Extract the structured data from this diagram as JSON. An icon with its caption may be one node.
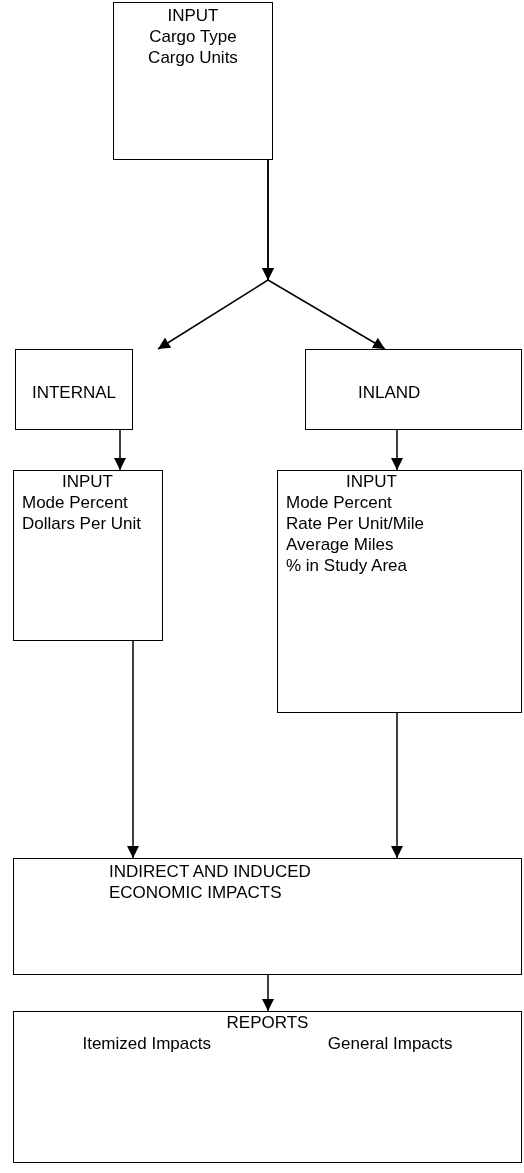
{
  "diagram": {
    "nodes": [
      {
        "text": [
          "INPUT",
          "Cargo Type",
          "Cargo Units"
        ]
      },
      {
        "text": [
          "INTERNAL"
        ]
      },
      {
        "text": [
          "INLAND"
        ]
      },
      {
        "text": [
          "INPUT",
          "Mode Percent",
          "Dollars Per Unit"
        ]
      },
      {
        "text": [
          "INPUT",
          "Mode Percent",
          "Rate Per Unit/Mile",
          "Average Miles",
          "% in Study Area"
        ]
      },
      {
        "text": [
          "INDIRECT AND INDUCED ECONOMIC IMPACTS"
        ]
      },
      {
        "text": [
          "REPORTS",
          "Itemized Impacts",
          "General Impacts"
        ]
      }
    ],
    "edges": [
      {
        "from": 0,
        "to": 1,
        "arrow": "to"
      },
      {
        "from": 0,
        "to": 2,
        "arrow": "to"
      },
      {
        "from": 1,
        "to": 3,
        "arrow": "to"
      },
      {
        "from": 2,
        "to": 4,
        "arrow": "to"
      },
      {
        "from": 3,
        "to": 5,
        "arrow": "to"
      },
      {
        "from": 4,
        "to": 5,
        "arrow": "to"
      },
      {
        "from": 5,
        "to": 6,
        "arrow": "to"
      }
    ]
  }
}
